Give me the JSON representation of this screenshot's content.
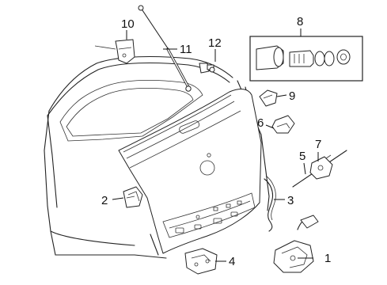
{
  "callouts": {
    "n1": "1",
    "n2": "2",
    "n3": "3",
    "n4": "4",
    "n5": "5",
    "n6": "6",
    "n7": "7",
    "n8": "8",
    "n9": "9",
    "n10": "10",
    "n11": "11",
    "n12": "12"
  }
}
